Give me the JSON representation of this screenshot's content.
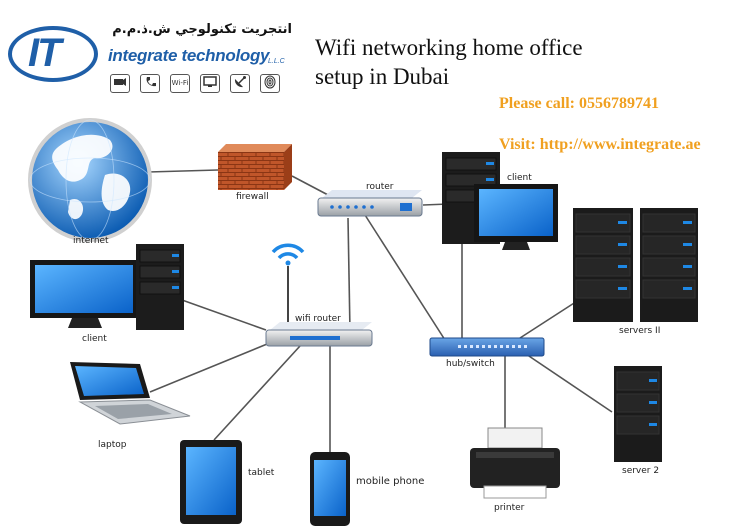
{
  "logo": {
    "monogram": "IT",
    "name": "integrate technology",
    "suffix": "L.L.C",
    "arabic": "انتجريت تكنولوجي ش.ذ.م.م",
    "service_icons": [
      "camera-icon",
      "phone-icon",
      "wifi-icon",
      "computer-icon",
      "satellite-dish-icon",
      "fingerprint-icon"
    ],
    "wifi_text": "Wi-Fi"
  },
  "header": {
    "title_line1": "Wifi networking home office",
    "title_line2": "setup in Dubai",
    "call": "Please call: 0556789741",
    "visit": "Visit: http://www.integrate.ae"
  },
  "labels": {
    "internet": "internet",
    "firewall": "firewall",
    "router": "router",
    "client_top": "client",
    "servers": "servers II",
    "client_left": "client",
    "wifi_router": "wifi router",
    "hub_switch": "hub/switch",
    "laptop": "laptop",
    "tablet": "tablet",
    "mobile_phone": "mobile phone",
    "printer": "printer",
    "server2": "server 2"
  },
  "colors": {
    "brand_blue": "#1f5fa8",
    "accent_orange": "#f0a020",
    "screen_blue": "#1e88e5",
    "device_black": "#1a1a1a",
    "brick": "#c0562a"
  }
}
